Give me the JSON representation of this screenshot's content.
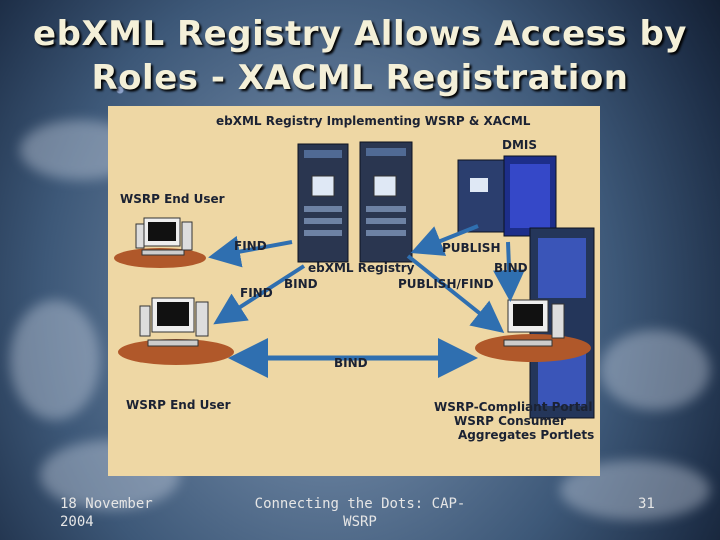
{
  "slide": {
    "title_line1": "ebXML Registry Allows Access by",
    "title_line2": "Roles - XACML Registration"
  },
  "diagram": {
    "header": "ebXML Registry Implementing WSRP & XACML",
    "dmis": "DMIS",
    "end_user_top": "WSRP End User",
    "end_user_bottom": "WSRP End User",
    "registry": "ebXML Registry",
    "find_top": "FIND",
    "find_mid": "FIND",
    "bind_left": "BIND",
    "publish": "PUBLISH",
    "bind_right": "BIND",
    "publish_find": "PUBLISH/FIND",
    "bind_center": "BIND",
    "portal_line1": "WSRP-Compliant Portal",
    "portal_line2": "WSRP Consumer",
    "portal_line3": "Aggregates Portlets"
  },
  "footer": {
    "date_line1": "18 November",
    "date_line2": "2004",
    "center_line1": "Connecting the Dots: CAP-",
    "center_line2": "WSRP",
    "page_number": "31"
  },
  "colors": {
    "panel": "#eed7a4",
    "arrow": "#2f6fb0",
    "title": "#f4f0d8"
  }
}
